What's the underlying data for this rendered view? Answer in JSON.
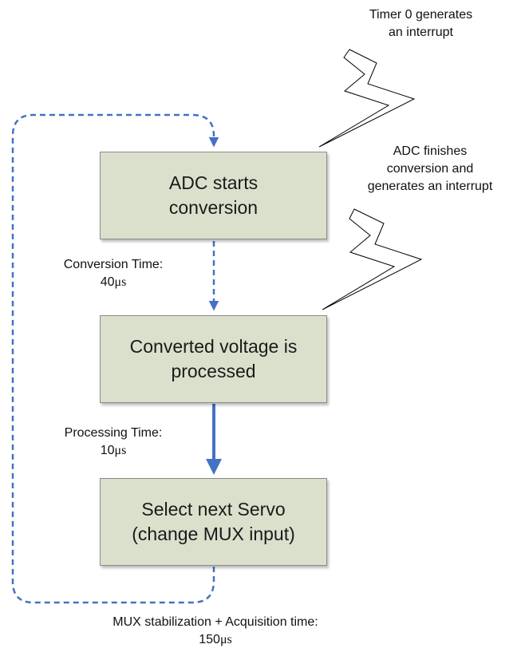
{
  "nodes": {
    "adc_start": {
      "lines": [
        "ADC starts",
        "conversion"
      ]
    },
    "process": {
      "lines": [
        "Converted voltage is",
        "processed"
      ]
    },
    "select": {
      "lines": [
        "Select next Servo",
        "(change MUX input)"
      ]
    }
  },
  "annotations": {
    "timer_interrupt": {
      "lines": [
        "Timer 0 generates",
        "an interrupt"
      ]
    },
    "adc_interrupt": {
      "lines": [
        "ADC finishes",
        "conversion and",
        "generates an interrupt"
      ]
    },
    "conversion_time": {
      "label": "Conversion Time",
      "separator": ":",
      "value": "40",
      "unit": "μs"
    },
    "processing_time": {
      "label": "Processing Time:",
      "value": "10",
      "unit": "μs"
    },
    "mux_time": {
      "label": "MUX stabilization + Acquisition time:",
      "value": "150",
      "unit": "μs"
    }
  },
  "colors": {
    "box_fill": "#dbe0cc",
    "box_border": "#8a8a8a",
    "arrow": "#4472c4",
    "lightning_stroke": "#000000",
    "lightning_fill": "#ffffff"
  }
}
